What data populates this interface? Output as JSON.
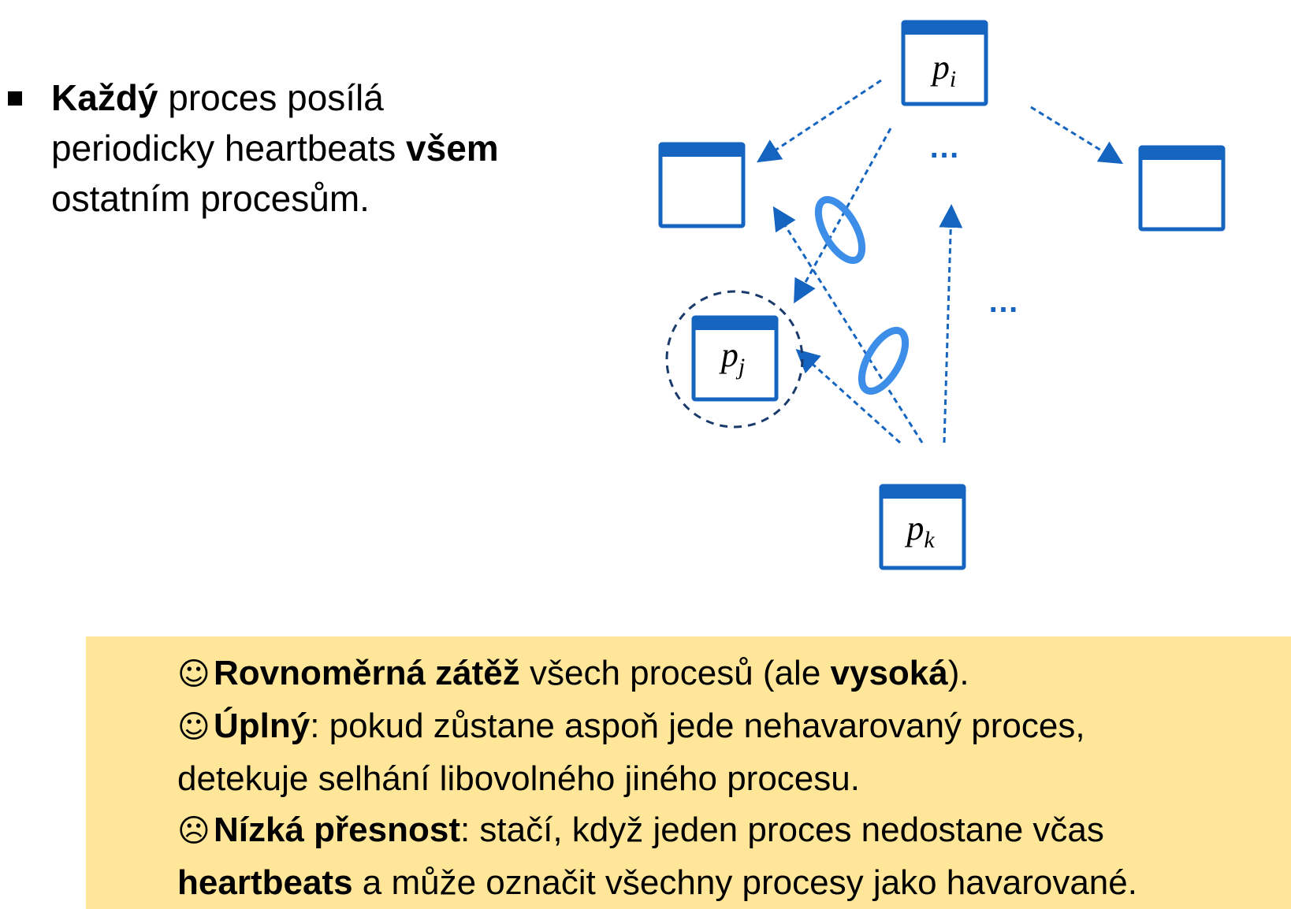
{
  "bullet": {
    "seg1_bold": "Každý",
    "seg2": " proces posílá periodicky heartbeats ",
    "seg3_bold": "všem",
    "seg4": " ostatním procesům."
  },
  "diagram": {
    "nodes": {
      "pi": {
        "name": "p",
        "sub": "i"
      },
      "pj": {
        "name": "p",
        "sub": "j"
      },
      "pk": {
        "name": "p",
        "sub": "k"
      },
      "left": {
        "name": "",
        "sub": ""
      },
      "right": {
        "name": "",
        "sub": ""
      }
    },
    "ellipsis_top": "…",
    "ellipsis_mid": "…",
    "colors": {
      "window": "#1565c0",
      "arrow": "#1565c0",
      "ring": "#3d8ee8",
      "dashed_circle": "#1a3a6b"
    }
  },
  "pros_cons": {
    "items": [
      {
        "icon": "☺",
        "bold": "Rovnoměrná zátěž",
        "text": " všech procesů (ale ",
        "bold2": "vysoká",
        "text2": ")."
      },
      {
        "icon": "☺",
        "bold": "Úplný",
        "text": ": pokud zůstane aspoň jede nehavarovaný proces,"
      },
      {
        "icon": "",
        "bold": "",
        "text": "detekuje selhání libovolného jiného procesu."
      },
      {
        "icon": "☹",
        "bold": "Nízká přesnost",
        "text": ": stačí, když jeden proces nedostane včas"
      },
      {
        "icon": "",
        "bold": "heartbeats",
        "text": " a může označit všechny procesy jako havarované."
      }
    ],
    "background": "#ffe699"
  }
}
